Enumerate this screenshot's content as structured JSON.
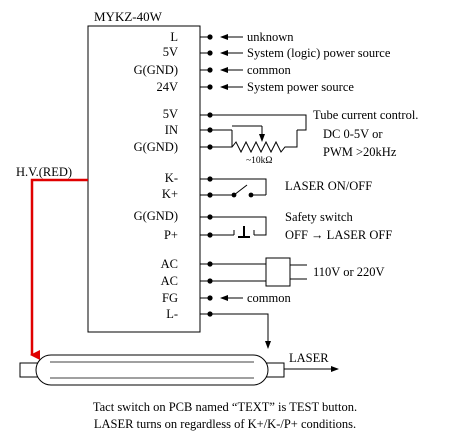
{
  "title": "MYKZ-40W",
  "pins": {
    "l": "L",
    "v5_top": "5V",
    "gnd_top": "G(GND)",
    "v24": "24V",
    "v5_mid": "5V",
    "in": "IN",
    "gnd_mid": "G(GND)",
    "k_minus": "K-",
    "k_plus": "K+",
    "gnd_safety": "G(GND)",
    "p_plus": "P+",
    "ac1": "AC",
    "ac2": "AC",
    "fg": "FG",
    "l_minus": "L-"
  },
  "labels": {
    "unknown": "unknown",
    "logic_power": "System (logic) power source",
    "common_top": "common",
    "system_power": "System power source",
    "tube_current_1": "Tube current control.",
    "tube_current_2": "DC 0-5V  or",
    "tube_current_3": "PWM >20kHz",
    "resistor": "~10kΩ",
    "laser_onoff": "LASER ON/OFF",
    "safety_1": "Safety switch",
    "safety_2": "OFF → LASER OFF",
    "mains": "110V or 220V",
    "common_fg": "common",
    "hv": "H.V.(RED)",
    "laser": "LASER"
  },
  "notes": {
    "line1": "Tact switch on PCB named “TEXT” is TEST button.",
    "line2": "LASER turns on regardless of K+/K-/P+ conditions."
  },
  "colors": {
    "hv_wire": "#e00000",
    "line": "#000000"
  }
}
